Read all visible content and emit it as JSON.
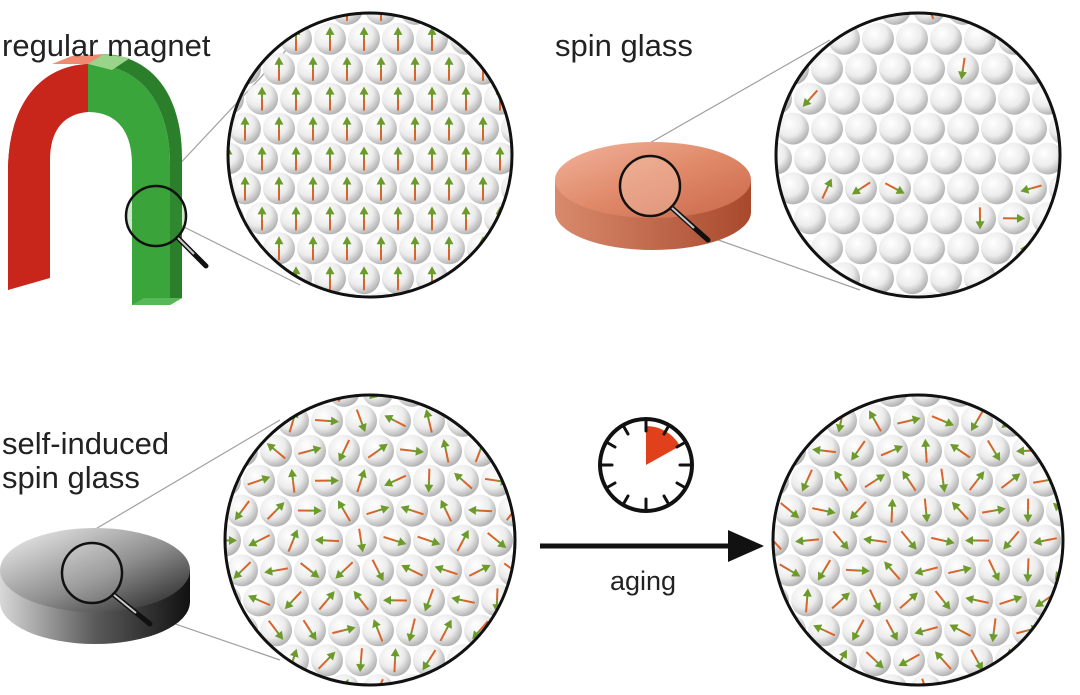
{
  "labels": {
    "regular_magnet": "regular magnet",
    "spin_glass": "spin glass",
    "self_induced_line1": "self-induced",
    "self_induced_line2": "spin glass",
    "aging": "aging"
  },
  "panels": [
    {
      "id": "regular-magnet",
      "arrangement": "aligned"
    },
    {
      "id": "spin-glass",
      "arrangement": "sparse-random"
    },
    {
      "id": "self-induced-spin-glass",
      "arrangement": "dense-random"
    },
    {
      "id": "aged-self-induced-spin-glass",
      "arrangement": "dense-random-aged"
    }
  ],
  "colors": {
    "magnet_red": "#c8251b",
    "magnet_green": "#3aa53a",
    "disk_orange": "#d9785a",
    "arrow_green": "#6e9a2c",
    "arrow_orange": "#d9642a",
    "clock_wedge": "#e0401c",
    "outline": "#111111"
  },
  "icons": [
    "magnifier-icon",
    "clock-icon",
    "aging-arrow-icon"
  ]
}
